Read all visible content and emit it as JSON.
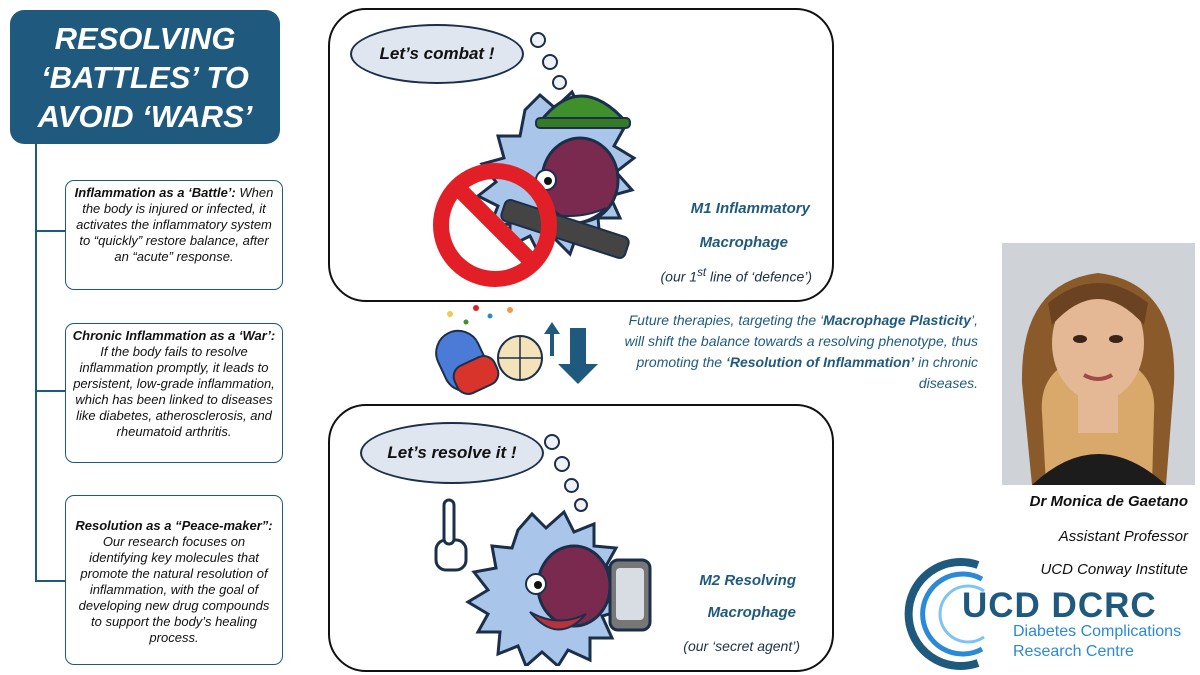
{
  "title": "RESOLVING\n‘BATTLES’ TO\nAVOID ‘WARS’",
  "boxes": [
    {
      "heading": "Inflammation as a ‘Battle’:",
      "body": "When the body is injured or infected, it activates the inflammatory system to “quickly” restore balance, after an “acute” response."
    },
    {
      "heading": "Chronic Inflammation as a ‘War’:",
      "body": "If the body fails to resolve inflammation promptly, it leads to persistent, low-grade inflammation, which has been linked to diseases like diabetes, atherosclerosis, and rheumatoid arthritis."
    },
    {
      "heading": "Resolution as a “Peace-maker”:",
      "body": "Our research focuses on identifying key molecules that promote the natural resolution of inflammation, with the goal of developing new drug compounds to support the body’s healing process."
    }
  ],
  "m1": {
    "bubble": "Let’s combat !",
    "label1": "M1 Inflammatory",
    "label2": "Macrophage",
    "sub_a": "(our 1",
    "sub_sup": "st",
    "sub_b": " line of ‘defence’)"
  },
  "m2": {
    "bubble": "Let’s resolve it !",
    "label1": "M2 Resolving",
    "label2": "Macrophage",
    "sub": "(our ‘secret agent’)"
  },
  "therapy": {
    "p1": "Future therapies, targeting the ‘",
    "p1b": "Macrophage Plasticity",
    "p2": "’, will shift the balance towards a resolving phenotype, thus promoting the ",
    "p2b": "‘Resolution of Inflammation’",
    "p3": " in chronic diseases."
  },
  "person": {
    "name": "Dr Monica de Gaetano",
    "role": "Assistant Professor",
    "institute": "UCD Conway Institute"
  },
  "logo": {
    "word": "UCD DCRC",
    "line1": "Diabetes Complications",
    "line2": "Research Centre"
  },
  "colors": {
    "navy": "#1f5a7e",
    "bubble": "#dfe6ef",
    "cell": "#a9c6ea",
    "nucleus": "#7a2a4e",
    "helmet": "#3f8f2c",
    "ban": "#e21f26",
    "logo_blue": "#2b8ad6"
  }
}
